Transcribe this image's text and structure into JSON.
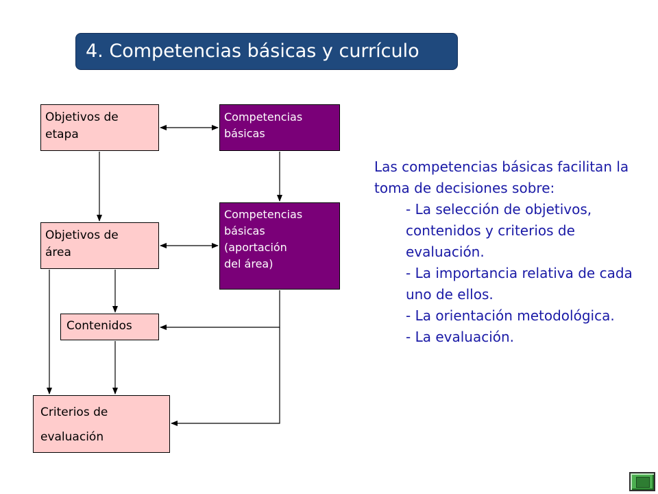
{
  "slide": {
    "title": "4. Competencias básicas y currículo",
    "diagram": {
      "nodes": {
        "objetivos_etapa": "Objetivos de\netapa",
        "competencias_basicas": "Competencias\nbásicas",
        "objetivos_area": "Objetivos de\nárea",
        "competencias_aportacion": "Competencias\nbásicas\n(aportación\ndel área)",
        "contenidos": "Contenidos",
        "criterios": "Criterios de\n evaluación"
      },
      "colors": {
        "pink_box": "#ffcccc",
        "purple_box": "#7a0078"
      }
    },
    "description": {
      "intro": "Las competencias básicas facilitan la toma de decisiones sobre:",
      "items": [
        "- La selección de objetivos, contenidos y criterios de evaluación.",
        "- La importancia relativa de cada uno de ellos.",
        "- La orientación metodológica.",
        "- La evaluación."
      ]
    },
    "nav": {
      "icon": "nav-next-icon"
    },
    "colors": {
      "title_bg": "#1f497d",
      "body_text": "#1a1aa6"
    }
  }
}
